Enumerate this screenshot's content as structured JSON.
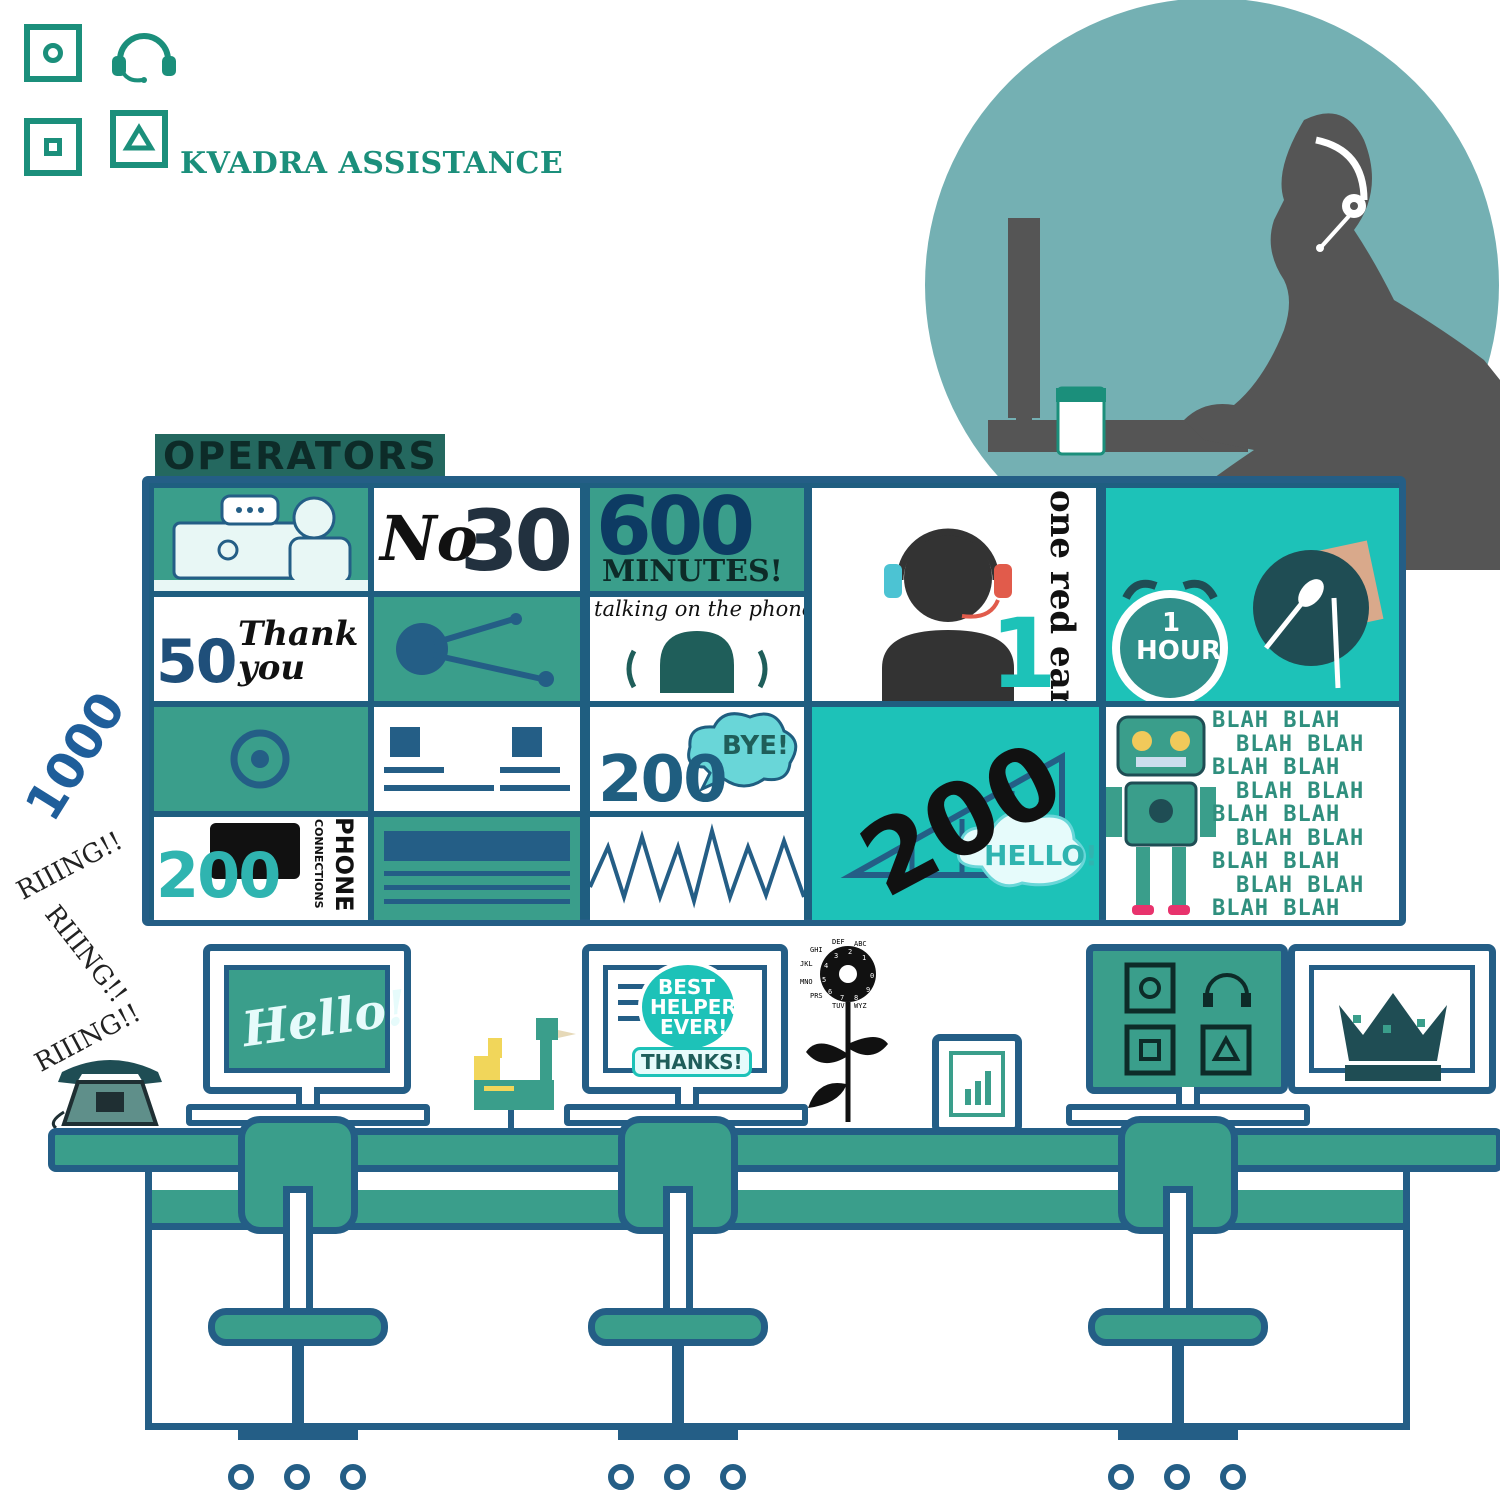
{
  "brand": {
    "name": "KVADRA ASSISTANCE"
  },
  "operators_label": "OPERATORS",
  "tiles": {
    "no30": {
      "prefix": "No",
      "number": "30"
    },
    "thank_you": {
      "number": "50",
      "script": "Thank you"
    },
    "minutes": {
      "number": "600",
      "label": "MINUTES!",
      "sub": "talking on the phone"
    },
    "red_ear": {
      "label": "one red ear",
      "number": "1"
    },
    "hour": {
      "number": "1",
      "label": "HOUR"
    },
    "bye": {
      "number": "200",
      "bubble": "BYE!"
    },
    "hello_big": {
      "number": "200",
      "bubble": "HELLO!"
    },
    "phone_connections": {
      "number": "200",
      "label_top": "PHONE",
      "label_side": "CONNECTIONS"
    },
    "blah": {
      "text": "BLAH BLAH"
    }
  },
  "left_side": {
    "count": "1000",
    "ring": "RIIING!!"
  },
  "monitors": {
    "hello": "Hello!",
    "badge_line1": "BEST",
    "badge_line2": "HELPER",
    "badge_line3": "EVER!",
    "badge_thanks": "THANKS!"
  },
  "dial": {
    "letters": [
      "ABC",
      "DEF",
      "GHI",
      "JKL",
      "MNO",
      "PRS",
      "TUV",
      "WYZ"
    ],
    "digits": [
      "1",
      "2",
      "3",
      "4",
      "5",
      "6",
      "7",
      "8",
      "9",
      "0"
    ]
  },
  "colors": {
    "teal": "#3a9e8b",
    "navy": "#245e86",
    "cyan": "#1dc2b8",
    "brand": "#1b8f7b",
    "circle": "#74b0b3",
    "silhouette": "#555555"
  }
}
